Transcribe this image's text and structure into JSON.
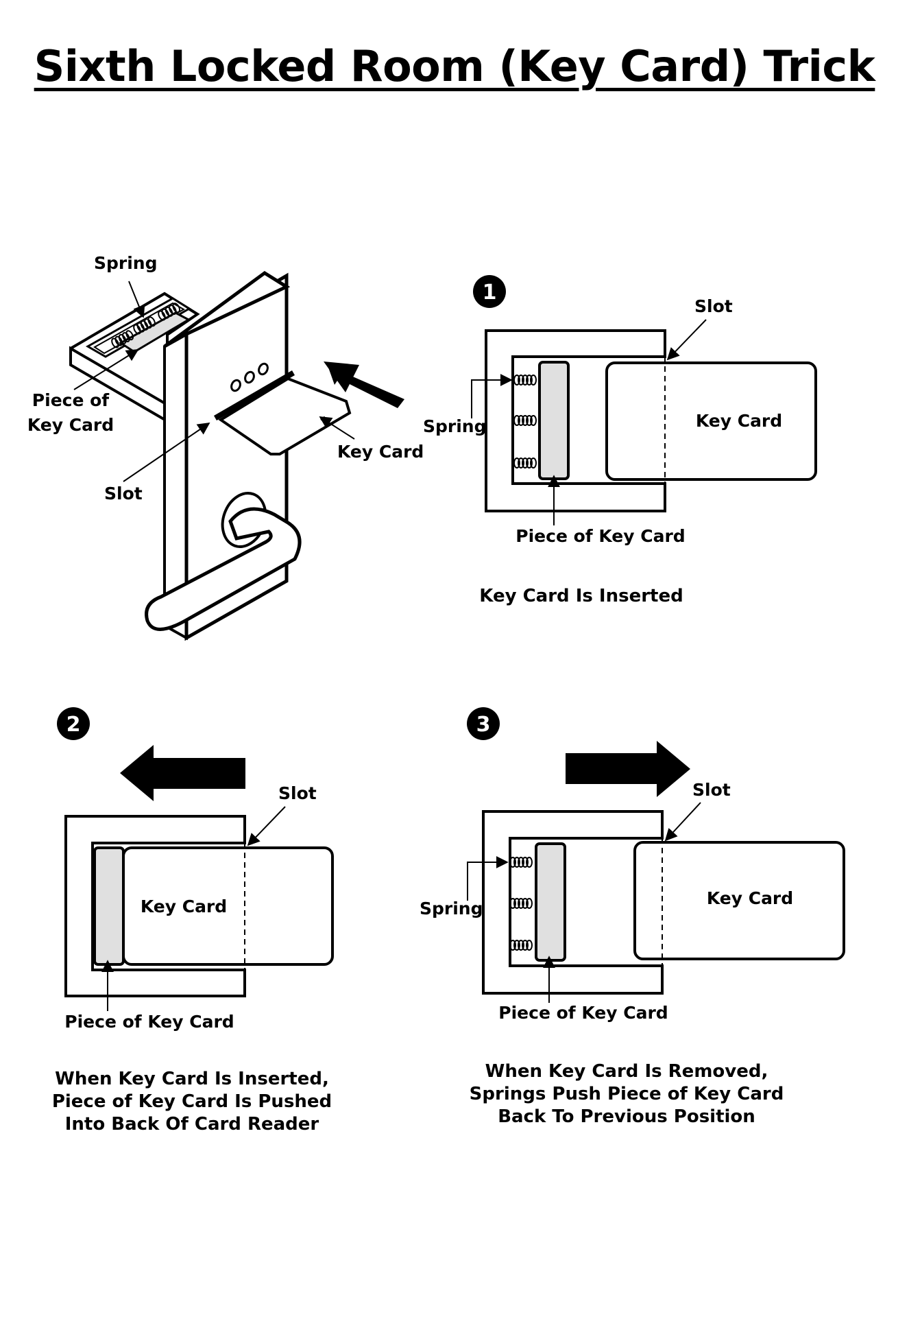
{
  "title": "Sixth Locked Room (Key Card) Trick",
  "overview": {
    "spring_label": "Spring",
    "piece_label_line1": "Piece of",
    "piece_label_line2": "Key Card",
    "key_card_label": "Key Card",
    "slot_label": "Slot"
  },
  "step1": {
    "number": "1",
    "slot_label": "Slot",
    "spring_label": "Spring",
    "key_card_label": "Key Card",
    "piece_label": "Piece of Key Card",
    "caption": "Key Card Is Inserted"
  },
  "step2": {
    "number": "2",
    "slot_label": "Slot",
    "key_card_label": "Key Card",
    "piece_label": "Piece of Key Card",
    "caption_lines": [
      "When Key Card Is Inserted,",
      "Piece of Key Card Is Pushed",
      "Into Back Of Card Reader"
    ]
  },
  "step3": {
    "number": "3",
    "slot_label": "Slot",
    "spring_label": "Spring",
    "key_card_label": "Key Card",
    "piece_label": "Piece of Key Card",
    "caption_lines": [
      "When Key Card Is Removed,",
      "Springs Push Piece of Key Card",
      "Back To Previous Position"
    ]
  },
  "colors": {
    "ink": "#000000",
    "piece_fill": "#e0e0e0",
    "background": "#ffffff"
  }
}
